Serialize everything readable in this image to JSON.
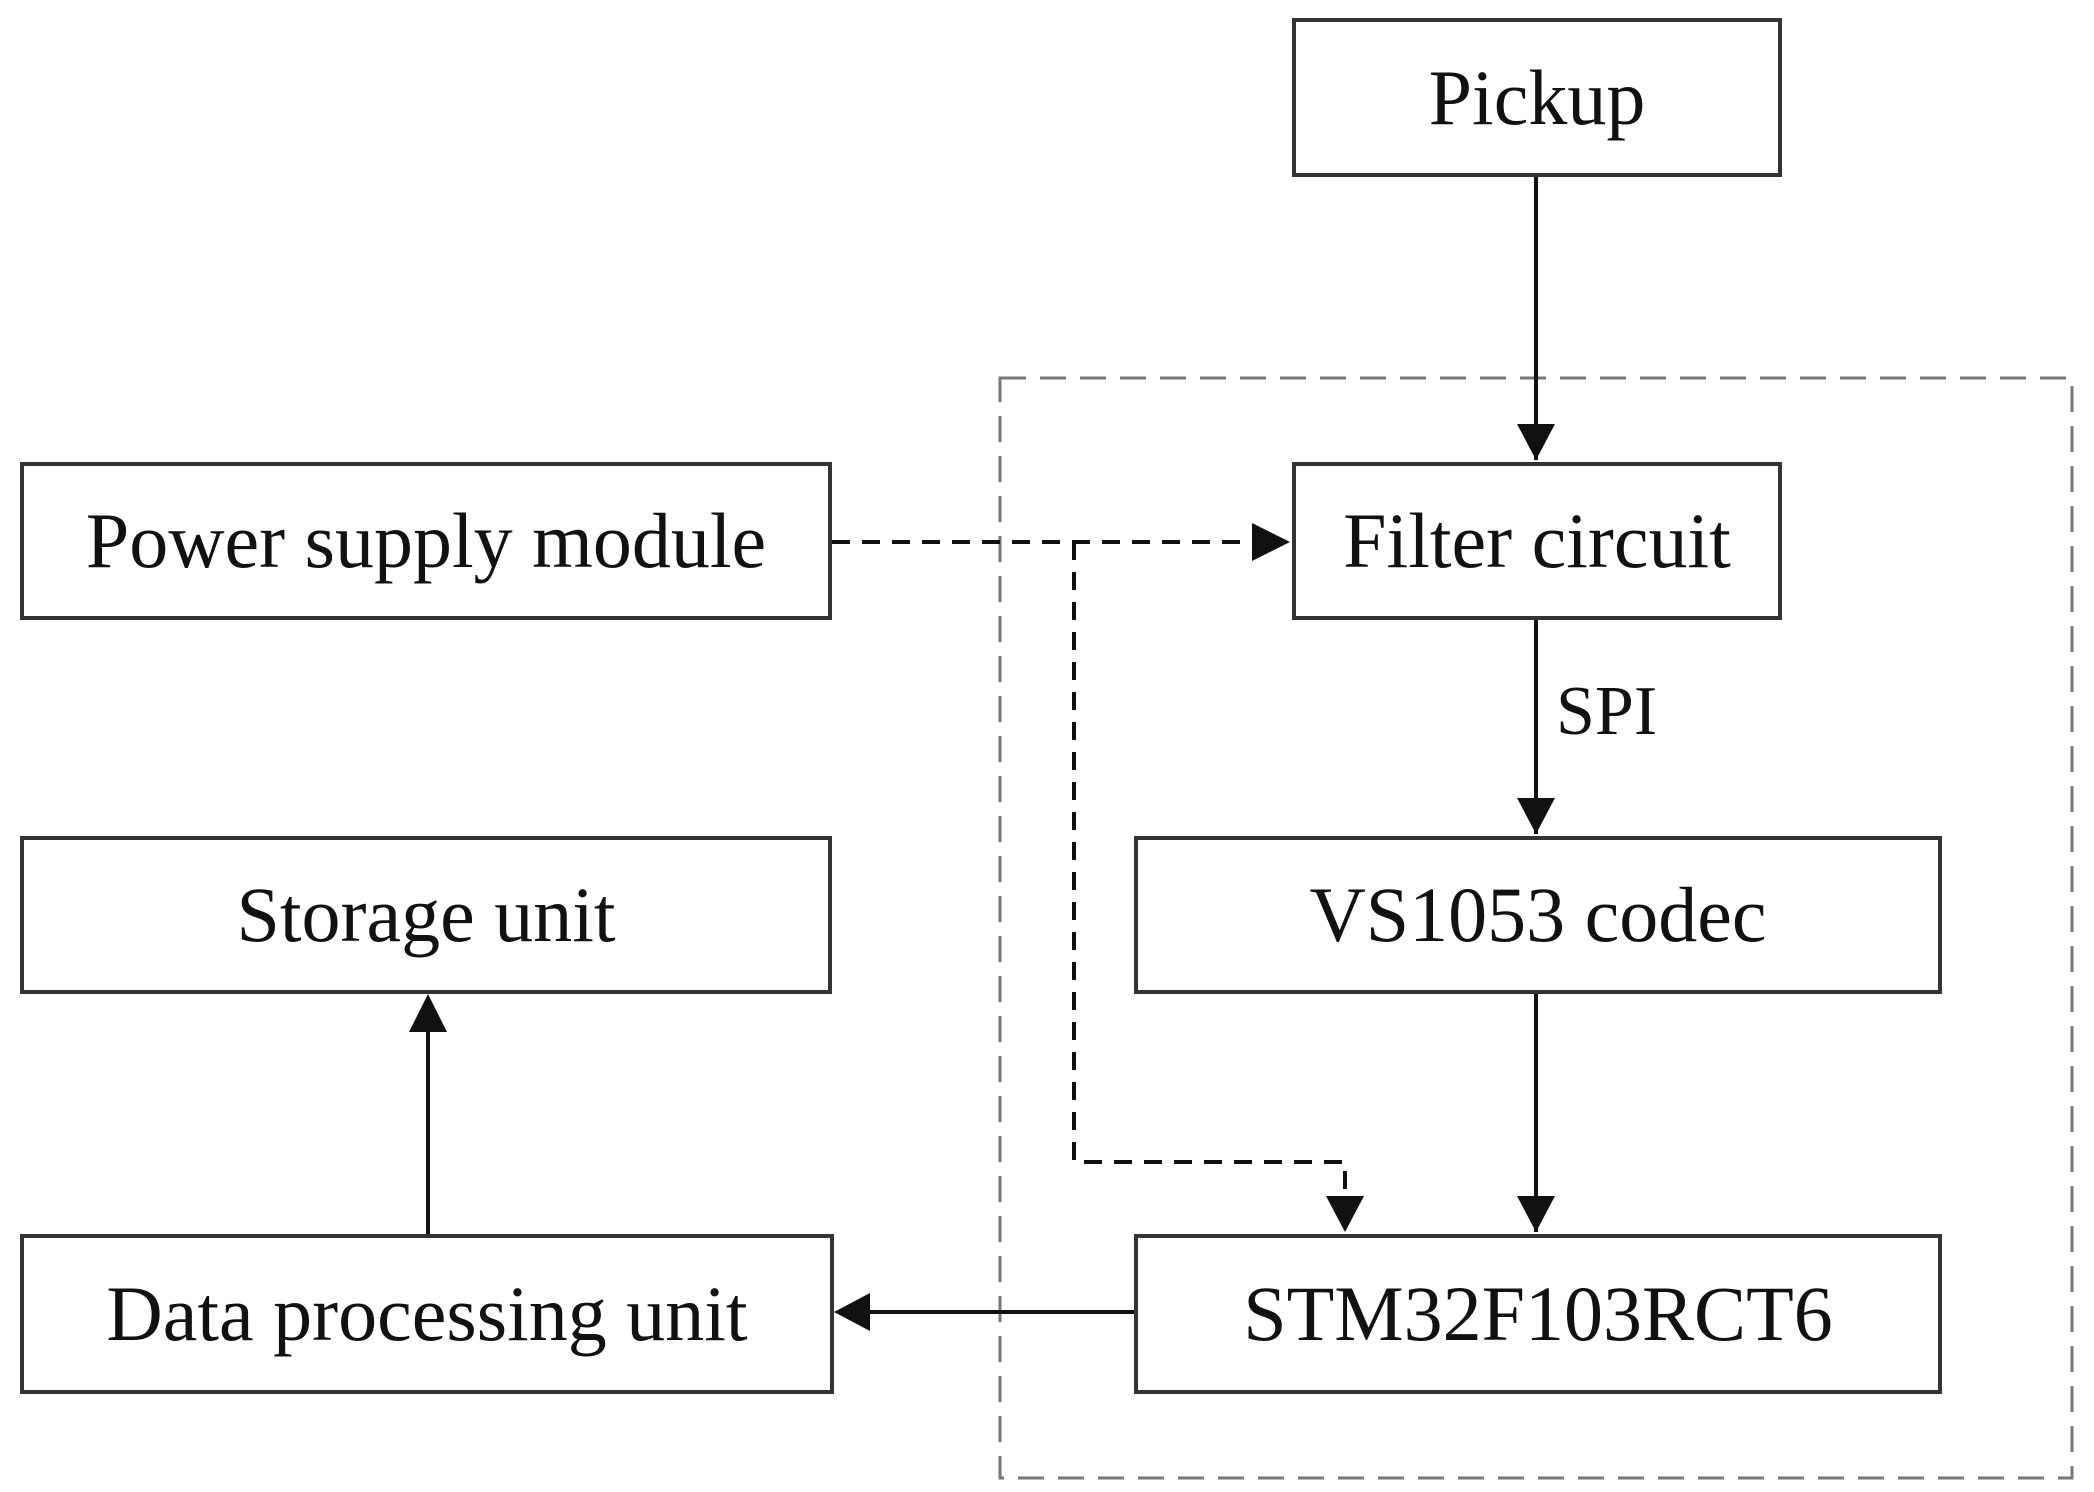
{
  "diagram": {
    "blocks": {
      "pickup": "Pickup",
      "filter_circuit": "Filter circuit",
      "power_supply_module": "Power supply module",
      "vs1053_codec": "VS1053 codec",
      "storage_unit": "Storage unit",
      "stm32": "STM32F103RCT6",
      "data_processing_unit": "Data processing unit"
    },
    "edge_labels": {
      "filter_to_codec": "SPI"
    },
    "colors": {
      "stroke": "#111111",
      "box_border": "#333333",
      "dashed_group": "#777777",
      "background": "#ffffff"
    }
  }
}
